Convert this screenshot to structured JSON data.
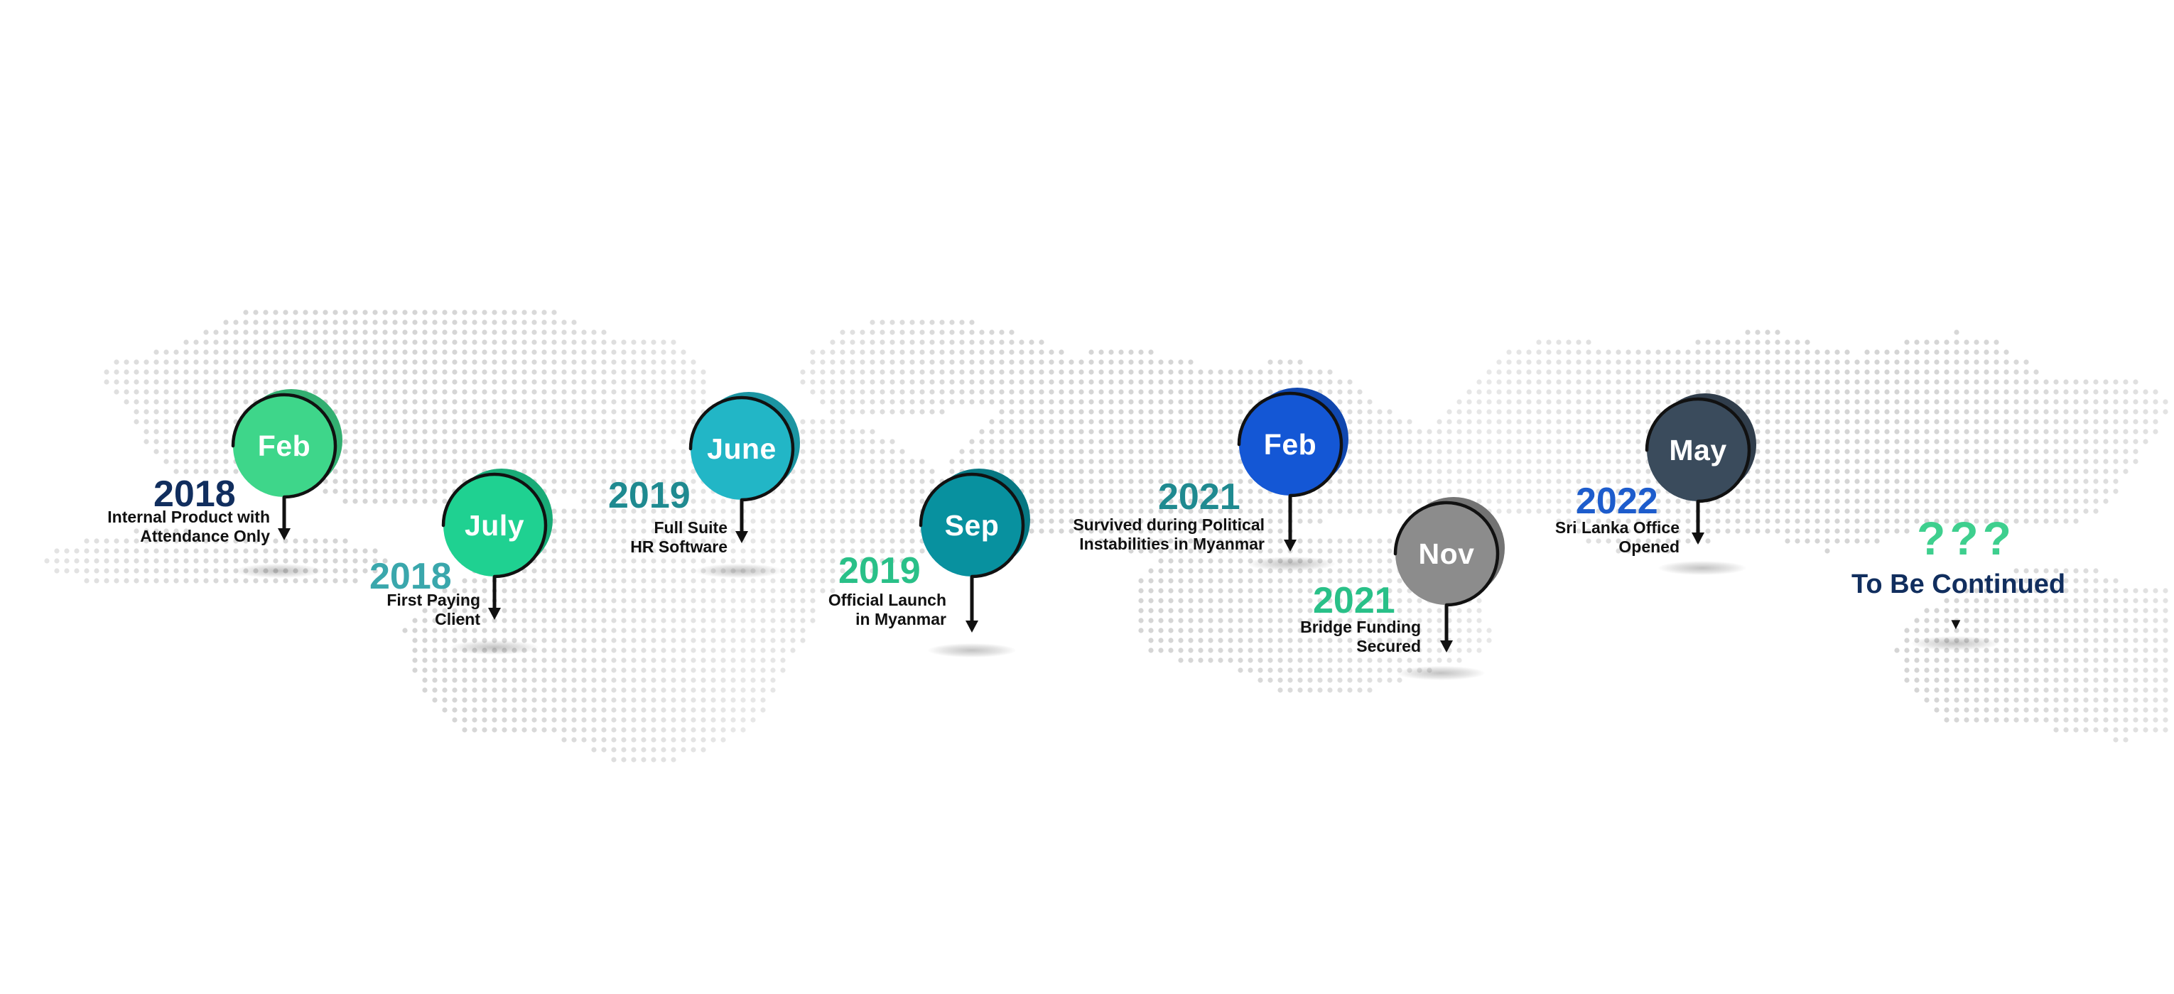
{
  "colors": {
    "map_dots": "#d5d5d5",
    "stem": "#111111",
    "description_text": "#111111"
  },
  "milestones": [
    {
      "month": "Feb",
      "year": "2018",
      "description": [
        "Internal Product with",
        "Attendance Only"
      ],
      "bubble_color": "#3ed68a",
      "year_color": "#112e5e"
    },
    {
      "month": "July",
      "year": "2018",
      "description": [
        "First Paying",
        "Client"
      ],
      "bubble_color": "#1fd191",
      "year_color": "#3aa7ac"
    },
    {
      "month": "June",
      "year": "2019",
      "description": [
        "Full Suite",
        "HR Software"
      ],
      "bubble_color": "#22b6c6",
      "year_color": "#1f8a90"
    },
    {
      "month": "Sep",
      "year": "2019",
      "description": [
        "Official  Launch",
        "in Myanmar"
      ],
      "bubble_color": "#08919f",
      "year_color": "#29c088"
    },
    {
      "month": "Feb",
      "year": "2021",
      "description": [
        "Survived during Political",
        "Instabilities in Myanmar"
      ],
      "bubble_color": "#1457d5",
      "year_color": "#1f8a90"
    },
    {
      "month": "Nov",
      "year": "2021",
      "description": [
        "Bridge Funding",
        "Secured"
      ],
      "bubble_color": "#8c8c8c",
      "year_color": "#29c088"
    },
    {
      "month": "May",
      "year": "2022",
      "description": [
        "Sri Lanka Office",
        "Opened"
      ],
      "bubble_color": "#3a4b5c",
      "year_color": "#1d5ccc"
    }
  ],
  "future": {
    "marks": "???",
    "label": "To Be Continued",
    "arrow": "▼"
  }
}
